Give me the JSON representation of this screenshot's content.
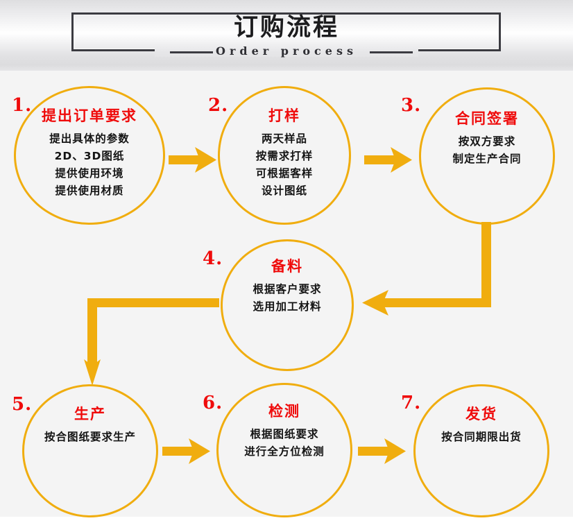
{
  "header": {
    "title": "订购流程",
    "subtitle": "Order process"
  },
  "colors": {
    "accent": "#f0ad0f",
    "title_red": "#ef0b0b",
    "body_text": "#141414",
    "border_dark": "#3b3b41",
    "canvas_bg": "#f4f4f4"
  },
  "steps": [
    {
      "number": "1.",
      "title": "提出订单要求",
      "lines": [
        "提出具体的参数",
        "2D、3D图纸",
        "提供使用环境",
        "提供使用材质"
      ]
    },
    {
      "number": "2.",
      "title": "打样",
      "lines": [
        "两天样品",
        "按需求打样",
        "可根据客样",
        "设计图纸"
      ]
    },
    {
      "number": "3.",
      "title": "合同签署",
      "lines": [
        "按双方要求",
        "制定生产合同"
      ]
    },
    {
      "number": "4.",
      "title": "备料",
      "lines": [
        "根据客户要求",
        "选用加工材料"
      ]
    },
    {
      "number": "5.",
      "title": "生产",
      "lines": [
        "按合图纸要求生产"
      ]
    },
    {
      "number": "6.",
      "title": "检测",
      "lines": [
        "根据图纸要求",
        "进行全方位检测"
      ]
    },
    {
      "number": "7.",
      "title": "发货",
      "lines": [
        "按合同期限出货"
      ]
    }
  ],
  "connectors": [
    {
      "name": "arrow-step1-to-step2",
      "from": "1",
      "to": "2",
      "direction": "right"
    },
    {
      "name": "arrow-step2-to-step3",
      "from": "2",
      "to": "3",
      "direction": "right"
    },
    {
      "name": "arrow-step3-to-step4",
      "from": "3",
      "to": "4",
      "direction": "down-then-left"
    },
    {
      "name": "arrow-step4-to-step5",
      "from": "4",
      "to": "5",
      "direction": "left-then-down"
    },
    {
      "name": "arrow-step5-to-step6",
      "from": "5",
      "to": "6",
      "direction": "right"
    },
    {
      "name": "arrow-step6-to-step7",
      "from": "6",
      "to": "7",
      "direction": "right"
    }
  ]
}
